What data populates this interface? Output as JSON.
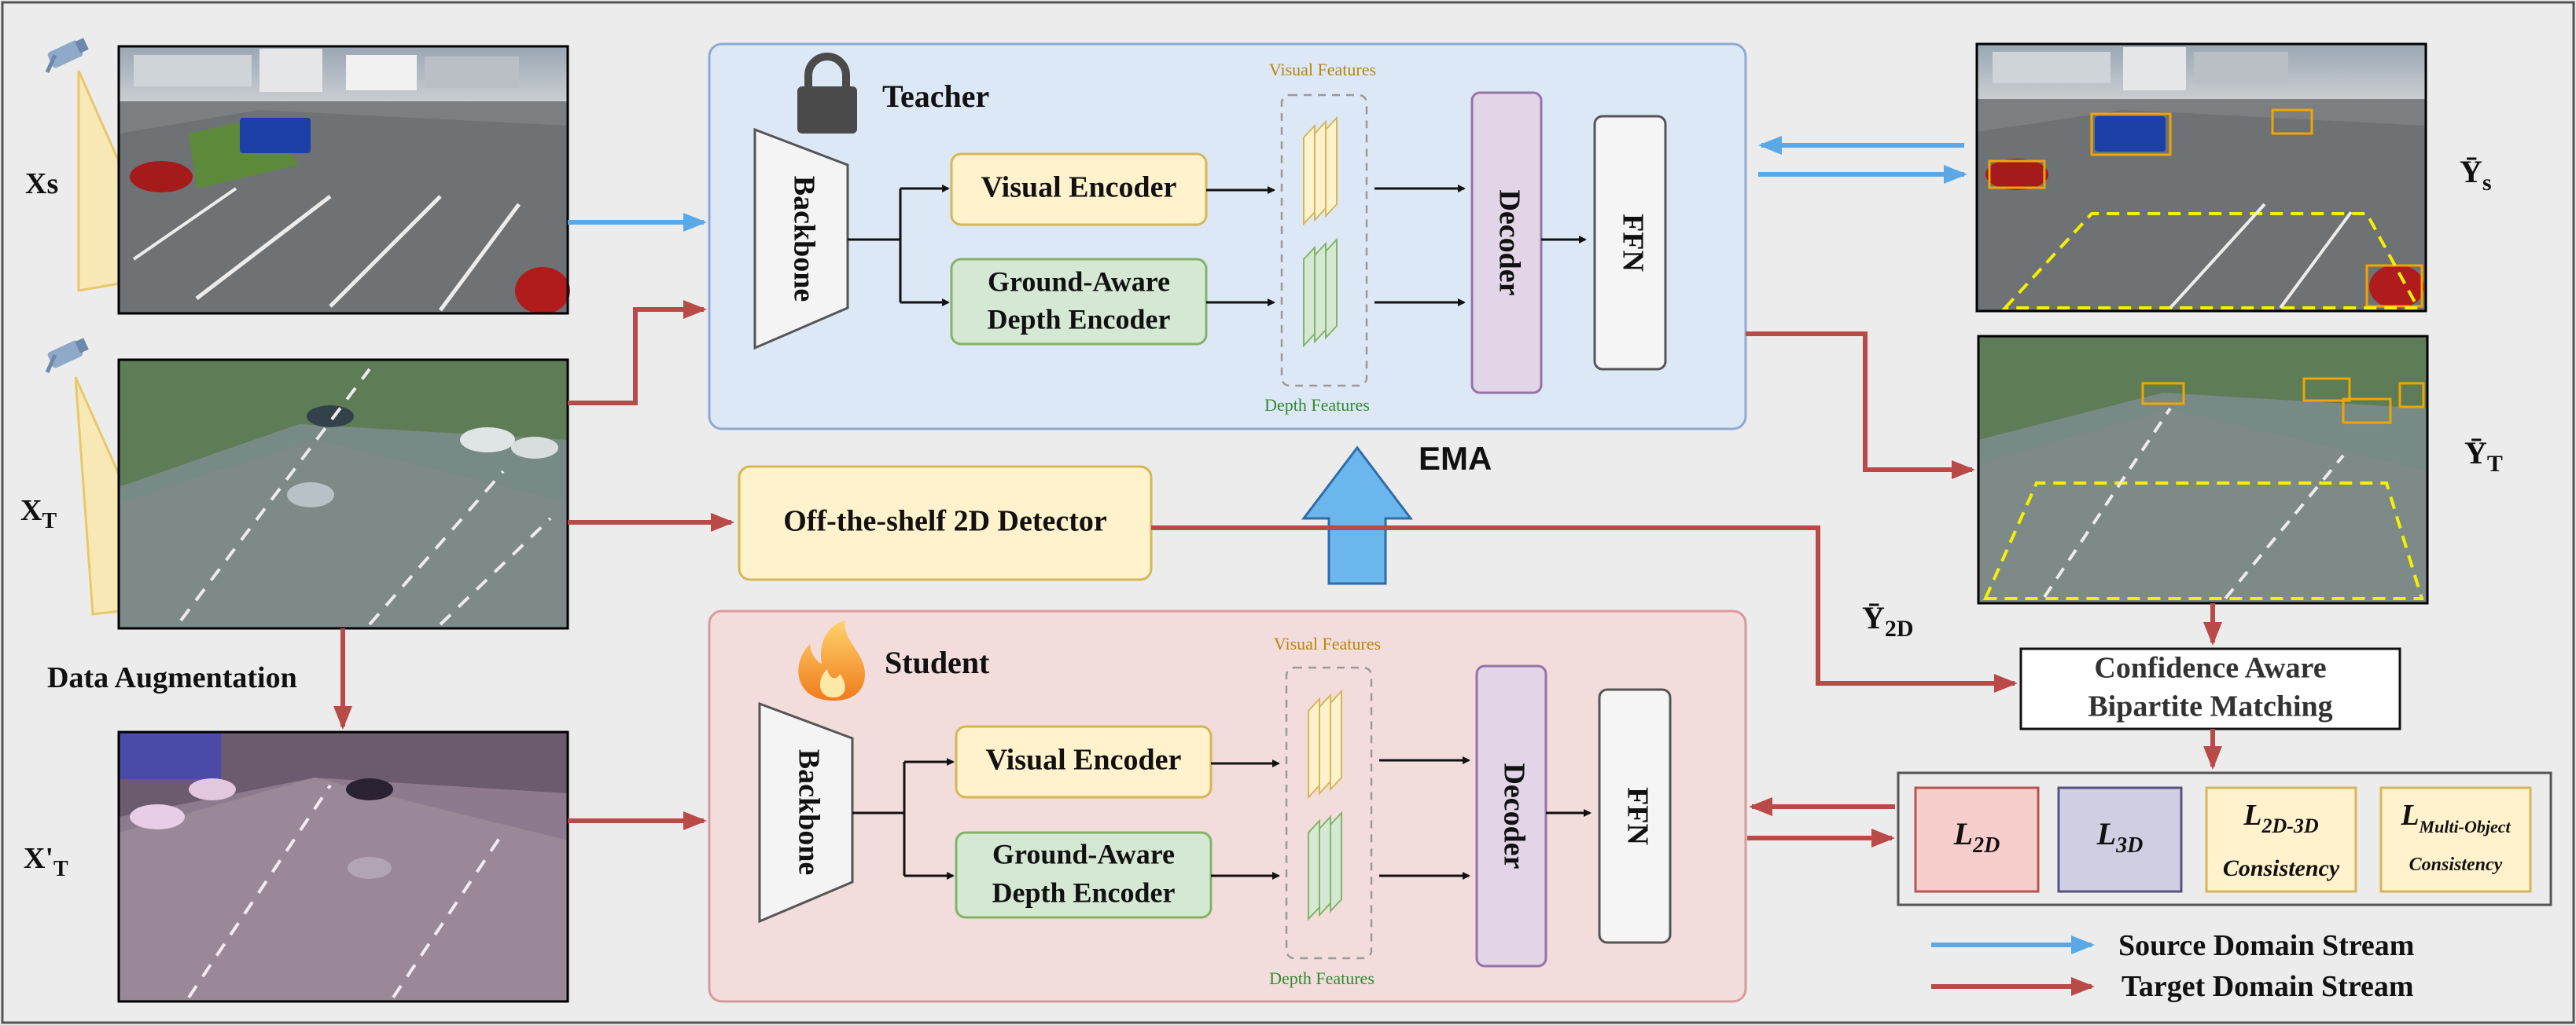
{
  "inputs": {
    "xs": "Xs",
    "xt": "X",
    "xt_sub": "T",
    "xt_aug": "X'",
    "xt_aug_sub": "T",
    "data_aug": "Data Augmentation"
  },
  "teacher": {
    "title": "Teacher",
    "backbone": "Backbone",
    "visual_encoder": "Visual Encoder",
    "depth_encoder_l1": "Ground-Aware",
    "depth_encoder_l2": "Depth Encoder",
    "visual_features": "Visual Features",
    "depth_features": "Depth Features",
    "decoder": "Decoder",
    "ffn": "FFN"
  },
  "student": {
    "title": "Student",
    "backbone": "Backbone",
    "visual_encoder": "Visual Encoder",
    "depth_encoder_l1": "Ground-Aware",
    "depth_encoder_l2": "Depth Encoder",
    "visual_features": "Visual Features",
    "depth_features": "Depth Features",
    "decoder": "Decoder",
    "ffn": "FFN"
  },
  "detector": "Off-the-shelf 2D Detector",
  "ema": "EMA",
  "outputs": {
    "ys": "Ȳ",
    "ys_sub": "s",
    "yt": "Ȳ",
    "yt_sub": "T",
    "y2d": "Ȳ",
    "y2d_sub": "2D"
  },
  "matching_l1": "Confidence Aware",
  "matching_l2": "Bipartite Matching",
  "losses": {
    "l2d": "L",
    "l2d_sub": "2D",
    "l3d": "L",
    "l3d_sub": "3D",
    "l23": "L",
    "l23_sub": "2D-3D",
    "l23_line2": "Consistency",
    "lmo": "L",
    "lmo_sub": "Multi-Object",
    "lmo_line2": "Consistency"
  },
  "legend": {
    "source": "Source Domain Stream",
    "target": "Target Domain Stream"
  },
  "colors": {
    "source_stream": "#5aa9e6",
    "target_stream": "#b94a48",
    "teacher_bg": "#dde8f6",
    "student_bg": "#f3dcdc",
    "visual_encoder": "#fff2cc",
    "depth_encoder": "#d5e8d4",
    "decoder": "#e1d5e7",
    "detector": "#fff2cc"
  },
  "icons": [
    "camera-icon",
    "lock-icon",
    "fire-icon"
  ]
}
